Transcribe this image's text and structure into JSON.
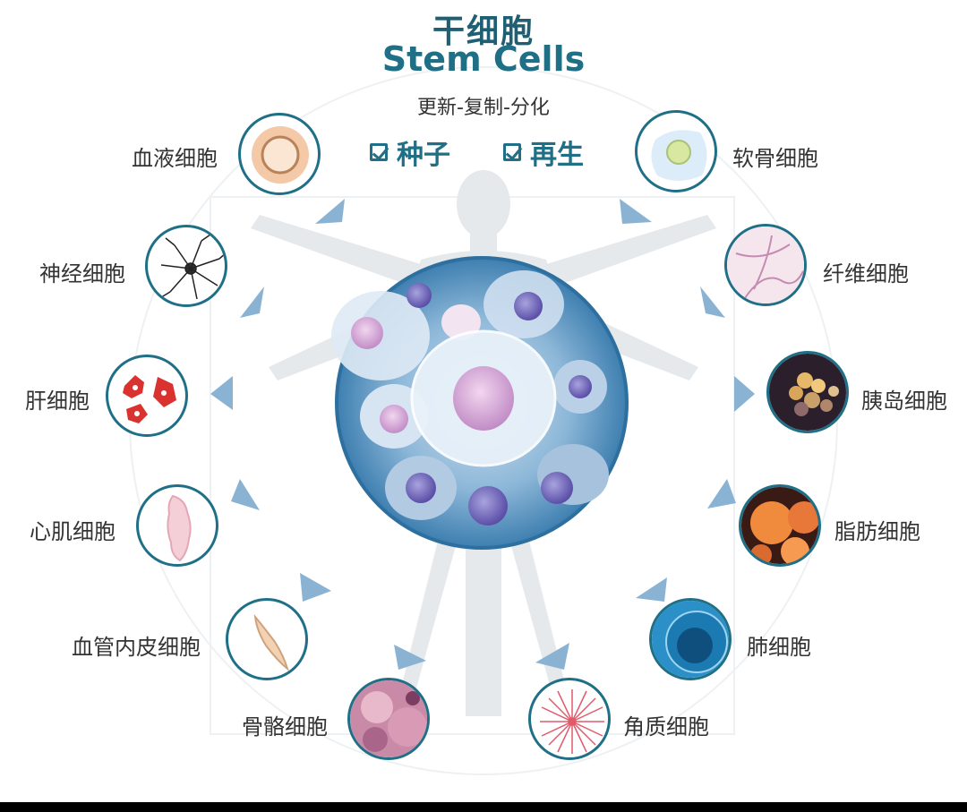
{
  "title_zh": "干细胞",
  "title_en": "Stem Cells",
  "subtitle": "更新-复制-分化",
  "tags": [
    "种子",
    "再生"
  ],
  "colors": {
    "accent": "#1f6f86",
    "arrow": "#7aa7c7",
    "body_silhouette": "#e3e6ea"
  },
  "cells": {
    "blood": "血液细胞",
    "nerve": "神经细胞",
    "liver": "肝细胞",
    "cardiac": "心肌细胞",
    "endothelial": "血管内皮细胞",
    "bone": "骨骼细胞",
    "cartilage": "软骨细胞",
    "fibro": "纤维细胞",
    "islet": "胰岛细胞",
    "fat": "脂肪细胞",
    "lung": "肺细胞",
    "keratin": "角质细胞"
  }
}
